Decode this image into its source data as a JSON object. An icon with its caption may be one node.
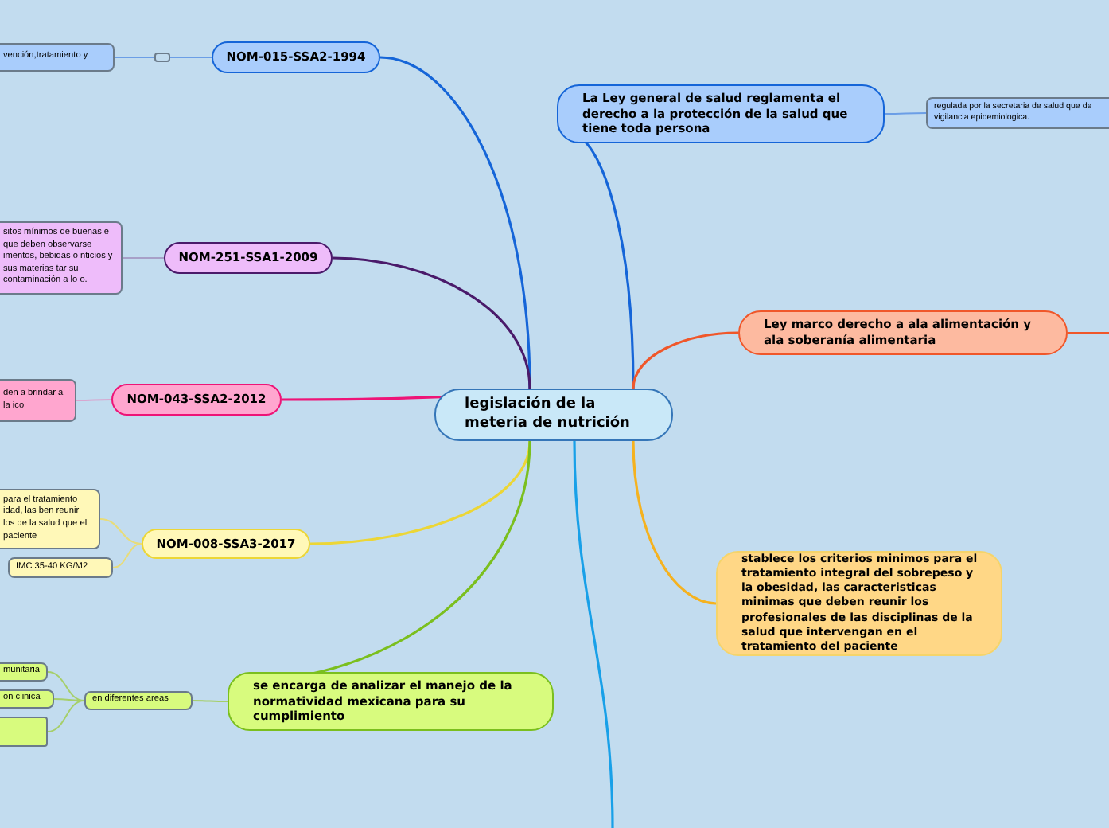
{
  "diagram": {
    "nodes": [
      {
        "text": [
          "legislación de la meteria de nutrición"
        ]
      },
      {
        "text": [
          "NOM-015-SSA2-1994"
        ]
      },
      {
        "text": [
          "vención,tratamiento y"
        ]
      },
      {
        "text": [],
        "shape": "box"
      },
      {
        "text": [
          "NOM-251-SSA1-2009"
        ]
      },
      {
        "text": [
          "sitos mínimos de buenas e que deben observarse imentos, bebidas o nticios y sus materias tar su contaminación a lo o."
        ]
      },
      {
        "text": [
          "NOM-043-SSA2-2012"
        ]
      },
      {
        "text": [
          "den a brindar a la ico"
        ]
      },
      {
        "text": [
          "NOM-008-SSA3-2017"
        ]
      },
      {
        "text": [
          "para el tratamiento idad, las ben reunir los de la salud que el paciente"
        ]
      },
      {
        "text": [
          "IMC 35-40 KG/M2"
        ]
      },
      {
        "text": [
          "se  encarga de analizar el manejo de la normatividad mexicana para su cumplimiento"
        ]
      },
      {
        "text": [
          "en diferentes areas"
        ]
      },
      {
        "text": [
          "munitaria"
        ]
      },
      {
        "text": [
          "on clinica"
        ]
      },
      {
        "text": [],
        "shape": "box"
      },
      {
        "text": [
          "La Ley general de salud  reglamenta el derecho a la protección de la salud que tiene toda persona"
        ]
      },
      {
        "text": [
          "regulada por la secretaria de salud que de vigilancia epidemiologica."
        ]
      },
      {
        "text": [
          "Ley marco derecho a ala alimentación y ala soberanía alimentaria"
        ]
      },
      {
        "text": [
          "stablece los criterios minimos para el tratamiento integral del sobrepeso y la obesidad, las caracteristicas minimas que deben reunir los profesionales de las disciplinas de la salud que intervengan en el tratamiento del paciente"
        ]
      }
    ],
    "edges": [
      {
        "from": 0,
        "to": 1,
        "arrow": "none",
        "color": "#1565d8"
      },
      {
        "from": 1,
        "to": 3,
        "arrow": "none",
        "color": "#6b9ee6"
      },
      {
        "from": 3,
        "to": 2,
        "arrow": "none",
        "color": "#6b9ee6"
      },
      {
        "from": 0,
        "to": 4,
        "arrow": "none",
        "color": "#4a1a6a"
      },
      {
        "from": 4,
        "to": 5,
        "arrow": "none",
        "color": "#a7a0c8"
      },
      {
        "from": 0,
        "to": 6,
        "arrow": "none",
        "color": "#ee1477"
      },
      {
        "from": 6,
        "to": 7,
        "arrow": "none",
        "color": "#d8a6cf"
      },
      {
        "from": 0,
        "to": 8,
        "arrow": "none",
        "color": "#ecd636"
      },
      {
        "from": 8,
        "to": 9,
        "arrow": "none",
        "color": "#e8dc7a"
      },
      {
        "from": 8,
        "to": 10,
        "arrow": "none",
        "color": "#e8dc7a"
      },
      {
        "from": 0,
        "to": 11,
        "arrow": "none",
        "color": "#7bbf1e"
      },
      {
        "from": 11,
        "to": 12,
        "arrow": "none",
        "color": "#a6cf6a"
      },
      {
        "from": 12,
        "to": 13,
        "arrow": "none",
        "color": "#a6cf6a"
      },
      {
        "from": 12,
        "to": 14,
        "arrow": "none",
        "color": "#a6cf6a"
      },
      {
        "from": 12,
        "to": 15,
        "arrow": "none",
        "color": "#a6cf6a"
      },
      {
        "from": 0,
        "to": 16,
        "arrow": "none",
        "color": "#1565d8"
      },
      {
        "from": 16,
        "to": 17,
        "arrow": "none",
        "color": "#6b9ee6"
      },
      {
        "from": 0,
        "to": 18,
        "arrow": "none",
        "color": "#f0572a"
      },
      {
        "from": 18,
        "to": null,
        "arrow": "none",
        "color": "#f0572a"
      },
      {
        "from": 0,
        "to": 19,
        "arrow": "none",
        "color": "#f5b21f"
      },
      {
        "from": 0,
        "to": null,
        "arrow": "none",
        "color": "#18a0e8"
      }
    ]
  }
}
